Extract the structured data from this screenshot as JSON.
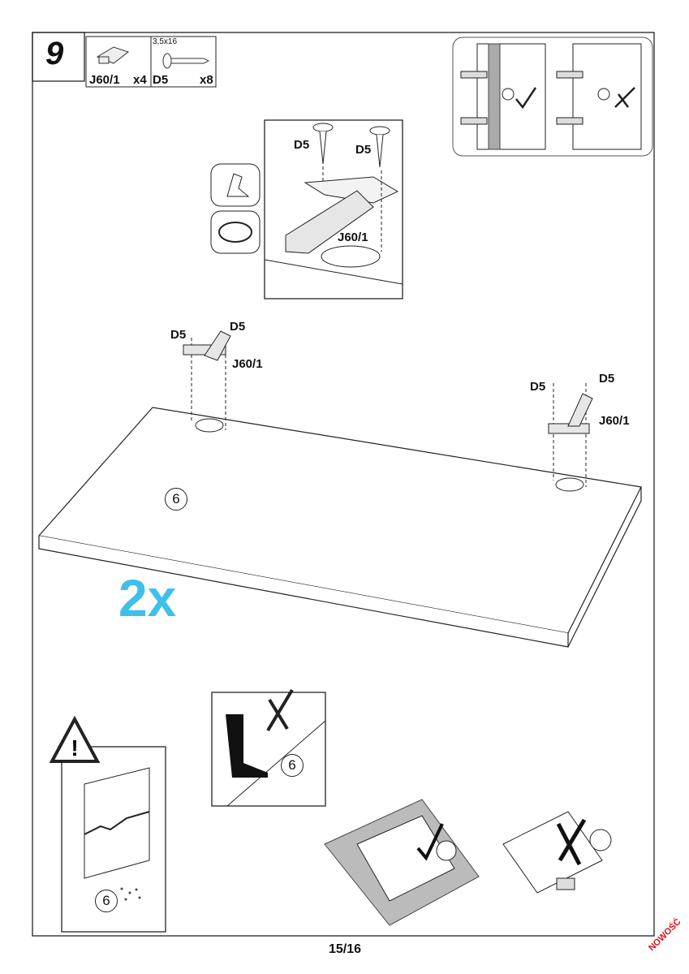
{
  "step": {
    "number": "9"
  },
  "parts": [
    {
      "code": "J60/1",
      "qty": "x4"
    },
    {
      "code": "D5",
      "qty": "x8",
      "size": "3,5x16"
    }
  ],
  "detail": {
    "screw_left": "D5",
    "screw_right": "D5",
    "hinge": "J60/1"
  },
  "main": {
    "left": {
      "screw_a": "D5",
      "screw_b": "D5",
      "hinge": "J60/1"
    },
    "right": {
      "screw_a": "D5",
      "screw_b": "D5",
      "hinge": "J60/1"
    },
    "panel": "6",
    "multiplier": "2x"
  },
  "warnings": {
    "glass_panel": "6",
    "boot_panel": "6"
  },
  "footer": {
    "page": "15/16",
    "watermark": "NOWOŚĆ"
  },
  "colors": {
    "multiplier": "#3fc0ea",
    "watermark": "#e0101a"
  }
}
